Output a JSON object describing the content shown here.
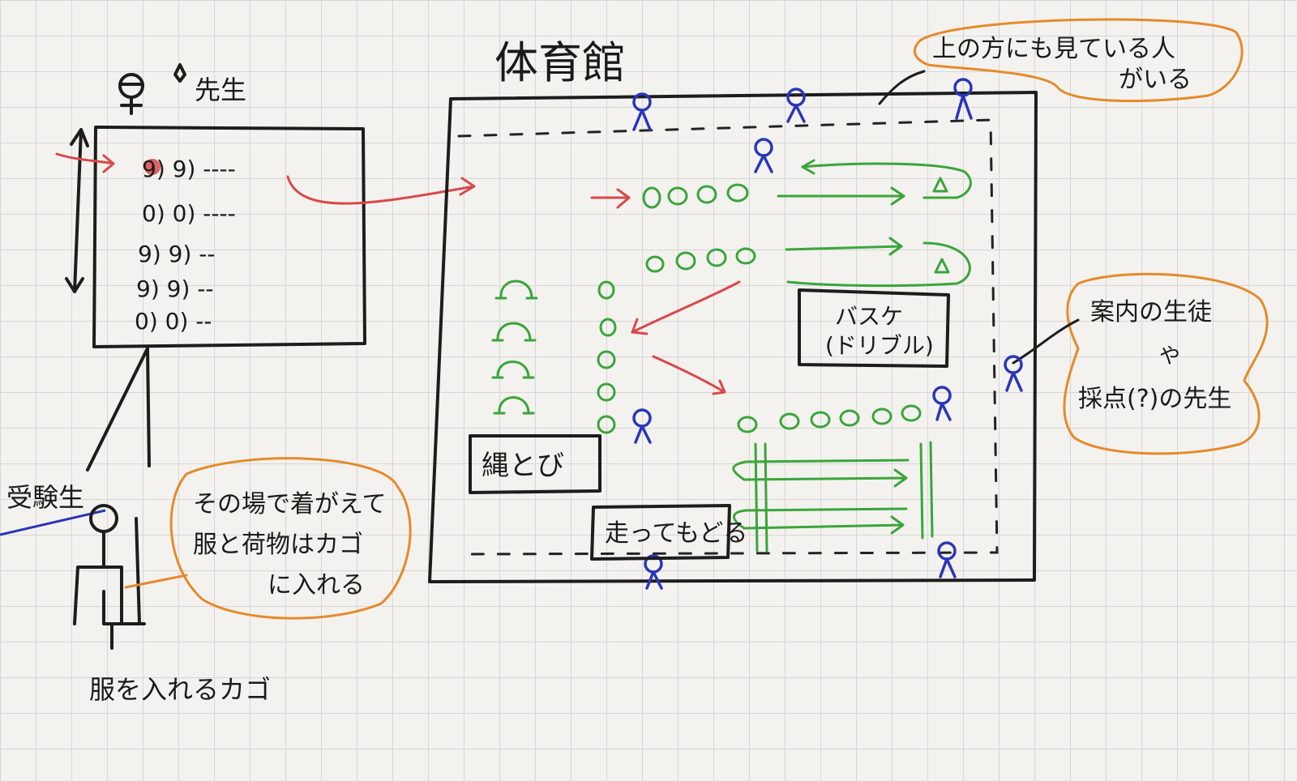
{
  "labels": {
    "gym": "体育館",
    "teacher": "先生",
    "examinee": "受験生",
    "basket": "服を入れるカゴ",
    "jump_rope": "縄とび",
    "basketball_line1": "バスケ",
    "basketball_line2": "(ドリブル)",
    "run_return": "走ってもどる",
    "note_changing": [
      "その場で着がえて",
      "服と荷物はカゴ",
      "に入れる"
    ],
    "note_upstairs": [
      "上の方にも見ている人",
      "がいる"
    ],
    "note_guides": [
      "案内の生徒",
      "や",
      "採点(?)の先生"
    ]
  },
  "seating": {
    "rows": [
      "9) 9) ----",
      "0) 0) ----",
      "9) 9) --",
      "9) 9) --",
      "0) 0) --"
    ]
  },
  "colors": {
    "ink": "#1d1d1d",
    "green": "#3aa53a",
    "red": "#d9484a",
    "blue": "#2a36b8",
    "orange": "#e58a2a",
    "grid": "#d6d6d6",
    "paper": "#f3f2ef"
  },
  "icons": [
    "person-icon",
    "sparkle-icon",
    "triangle-cone-icon",
    "arrow-icon"
  ]
}
